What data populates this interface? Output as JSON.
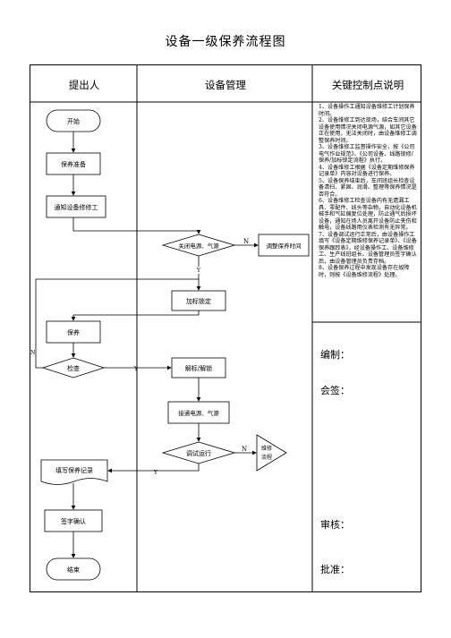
{
  "title": "设备一级保养流程图",
  "columns": [
    "提出人",
    "设备管理",
    "关键控制点说明"
  ],
  "nodes": {
    "start": "开始",
    "prepare": "保养准备",
    "notify": "通知设备修修工",
    "cut_power": "关闭电源、气源",
    "adjust_time": "调整保养时间",
    "lock_tag": "加标锁定",
    "maintain": "保养",
    "inspect": "检查",
    "unlock": "解标/解锁",
    "restore_power": "接通电源、气源",
    "trial_run": "调试运行",
    "repair_flow": "维修流程",
    "record": "填写保养记录",
    "sign": "签字确认",
    "end": "结束"
  },
  "edge_labels": {
    "no": "N",
    "yes": "Y"
  },
  "notes": [
    "1、设备操作工通知设备维修工计划保养时间。",
    "2、设备维修工到达现场，结合车间其它设备使用情况关闭电源气源，如其它设备正在使用，无法关闭时，由设备维修工调整保养时间。",
    "3、设备维修工监督操作安全，按《公司电气作业规范》、《公司设备、线路锁修/保养/加标锁定流程》执行。",
    "4、设备维修工根据《设备定期维修保养记录单》内容对设备进行保养。",
    "5、设备保养结束后，车间班组长检查设备清扫、紧固、润滑、整理等保养情况是否符合。",
    "6、设备维修工检查设备内有无遗漏工具、零配件、线头等杂物，自动化设备机械手和气缸偏复位处理，防止通气后损坏设备，通知在场人员离开设备防止夹伤和触电，设备线路用仪表检测有无异常。",
    "7、设备调试运行正常后，由设备操作工填写《设备定期维修保养记录单》、《设备保养跟踪表》，经设备操作工、设备维修工、生产线班组长、设备管理员签字确认后，由设备管理员负责存档。",
    "8、设备保养过程中发现设备存在故障时，则按《设备维修流程》处理。"
  ],
  "signatures": {
    "editor": "编制：",
    "countersign": "会签：",
    "review": "审核：",
    "approve": "批准："
  }
}
